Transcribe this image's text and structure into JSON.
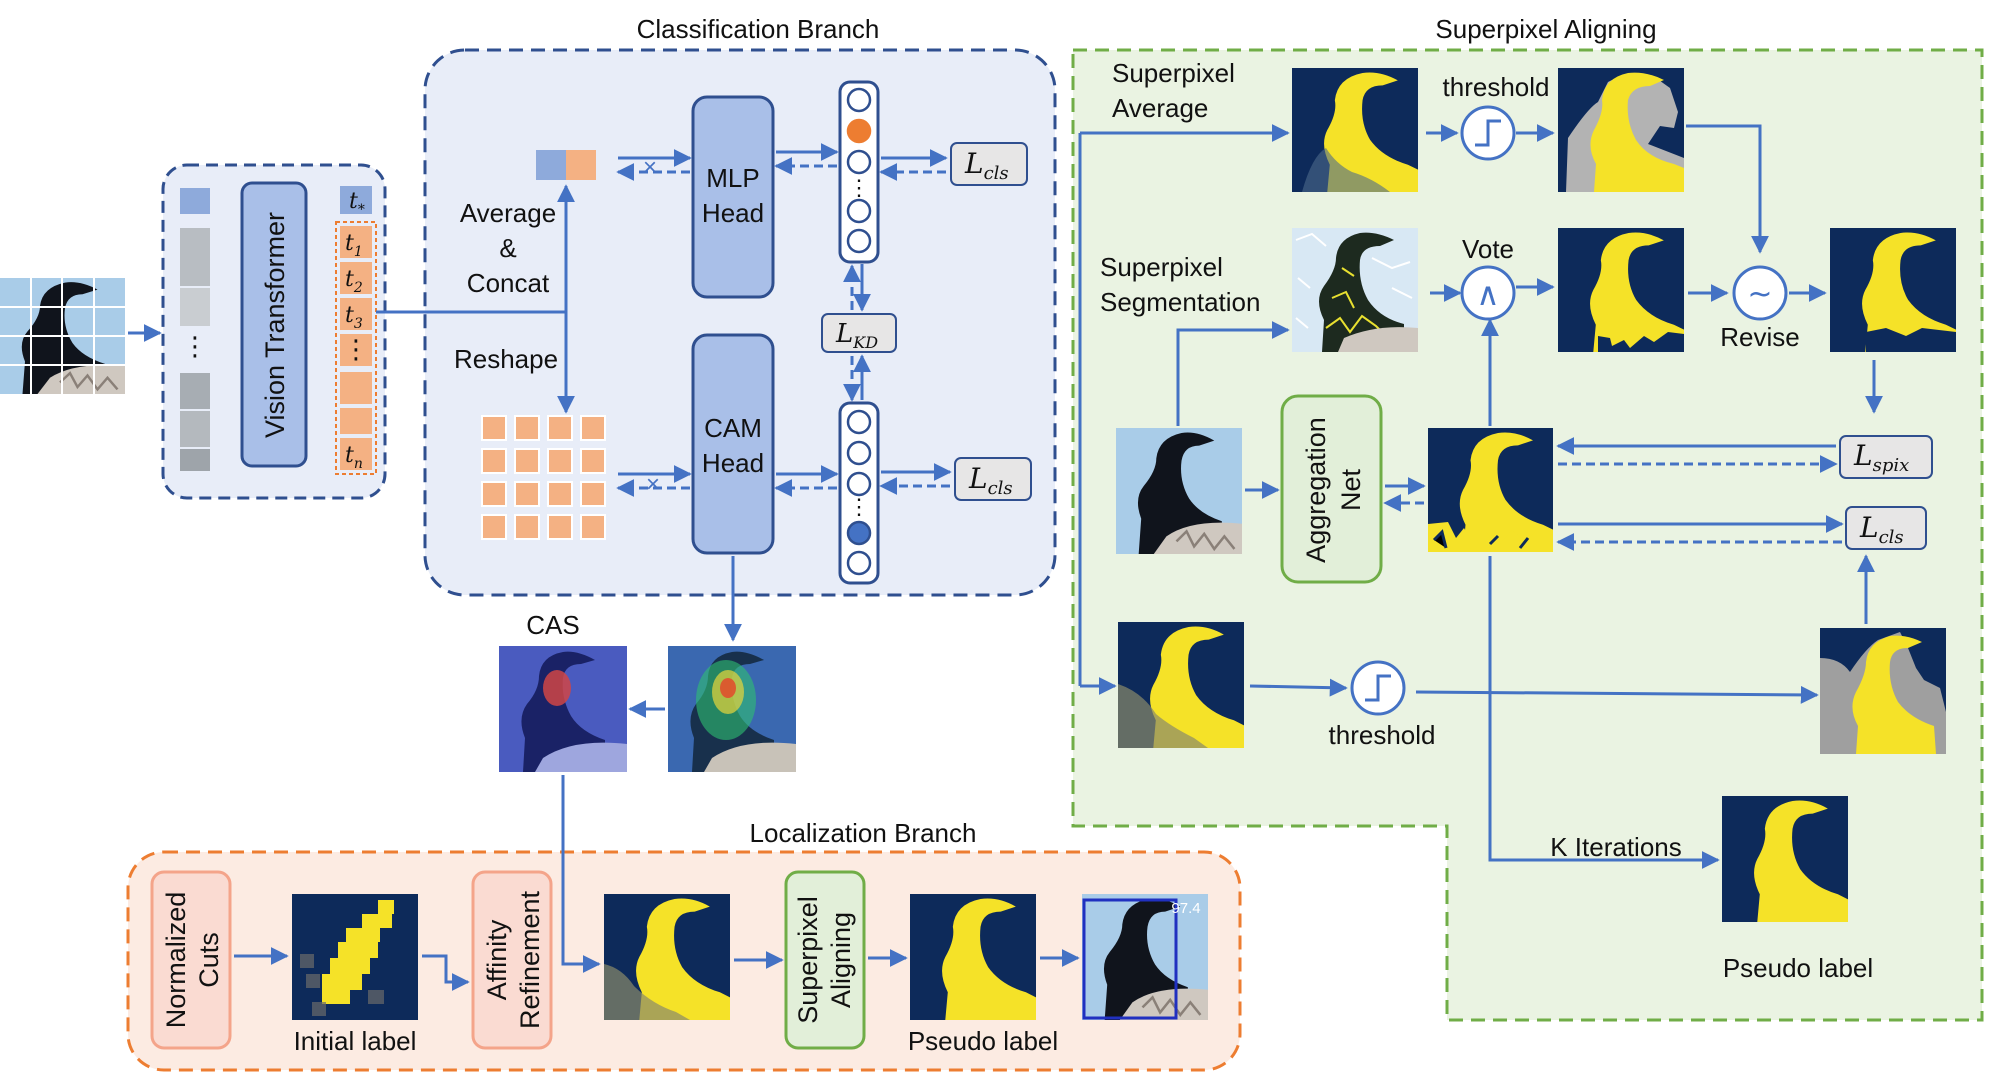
{
  "sections": {
    "classification_title": "Classification Branch",
    "superpixel_title": "Superpixel Aligning",
    "localization_title": "Localization Branch"
  },
  "encoder": {
    "vit_label": "Vision Transformer",
    "ellipsis": "⋮",
    "token_star": "t",
    "token_star_sub": "*",
    "tokens": [
      {
        "base": "t",
        "sub": "1"
      },
      {
        "base": "t",
        "sub": "2"
      },
      {
        "base": "t",
        "sub": "3"
      },
      {
        "base": "t",
        "sub": "n"
      }
    ]
  },
  "classification": {
    "average_concat": [
      "Average",
      "&",
      "Concat"
    ],
    "reshape": "Reshape",
    "mlp_head": [
      "MLP",
      "Head"
    ],
    "cam_head": [
      "CAM",
      "Head"
    ],
    "loss_cls": {
      "base": "L",
      "sub": "cls"
    },
    "loss_kd": {
      "base": "L",
      "sub": "KD"
    },
    "cas_label": "CAS"
  },
  "superpixel": {
    "avg_label": [
      "Superpixel",
      "Average"
    ],
    "seg_label": [
      "Superpixel",
      "Segmentation"
    ],
    "threshold_label": "threshold",
    "vote_label": "Vote",
    "vote_symbol": "∧",
    "revise_label": "Revise",
    "revise_symbol": "~",
    "aggregation_net": [
      "Aggregation",
      "Net"
    ],
    "loss_spix": {
      "base": "L",
      "sub": "spix"
    },
    "loss_cls": {
      "base": "L",
      "sub": "cls"
    },
    "k_iterations": "K Iterations",
    "pseudo_label": "Pseudo label"
  },
  "localization": {
    "normalized_cuts": [
      "Normalized",
      "Cuts"
    ],
    "initial_label": "Initial label",
    "affinity_refinement": [
      "Affinity",
      "Refinement"
    ],
    "superpixel_aligning": [
      "Superpixel",
      "Aligning"
    ],
    "pseudo_label": "Pseudo label",
    "score": "97.4"
  },
  "colors": {
    "blue_box": "#2f4f8f",
    "blue_fill": "#e8edf8",
    "green_box": "#70ad47",
    "green_fill": "#eaf3e2",
    "orange_box": "#ed7d31",
    "orange_fill": "#fcebe2",
    "head_fill": "#a9bfe8",
    "token_orange": "#f4b183",
    "mask_yellow": "#f5e228",
    "mask_bg": "#0d2a5a",
    "arrow": "#4472c4"
  }
}
